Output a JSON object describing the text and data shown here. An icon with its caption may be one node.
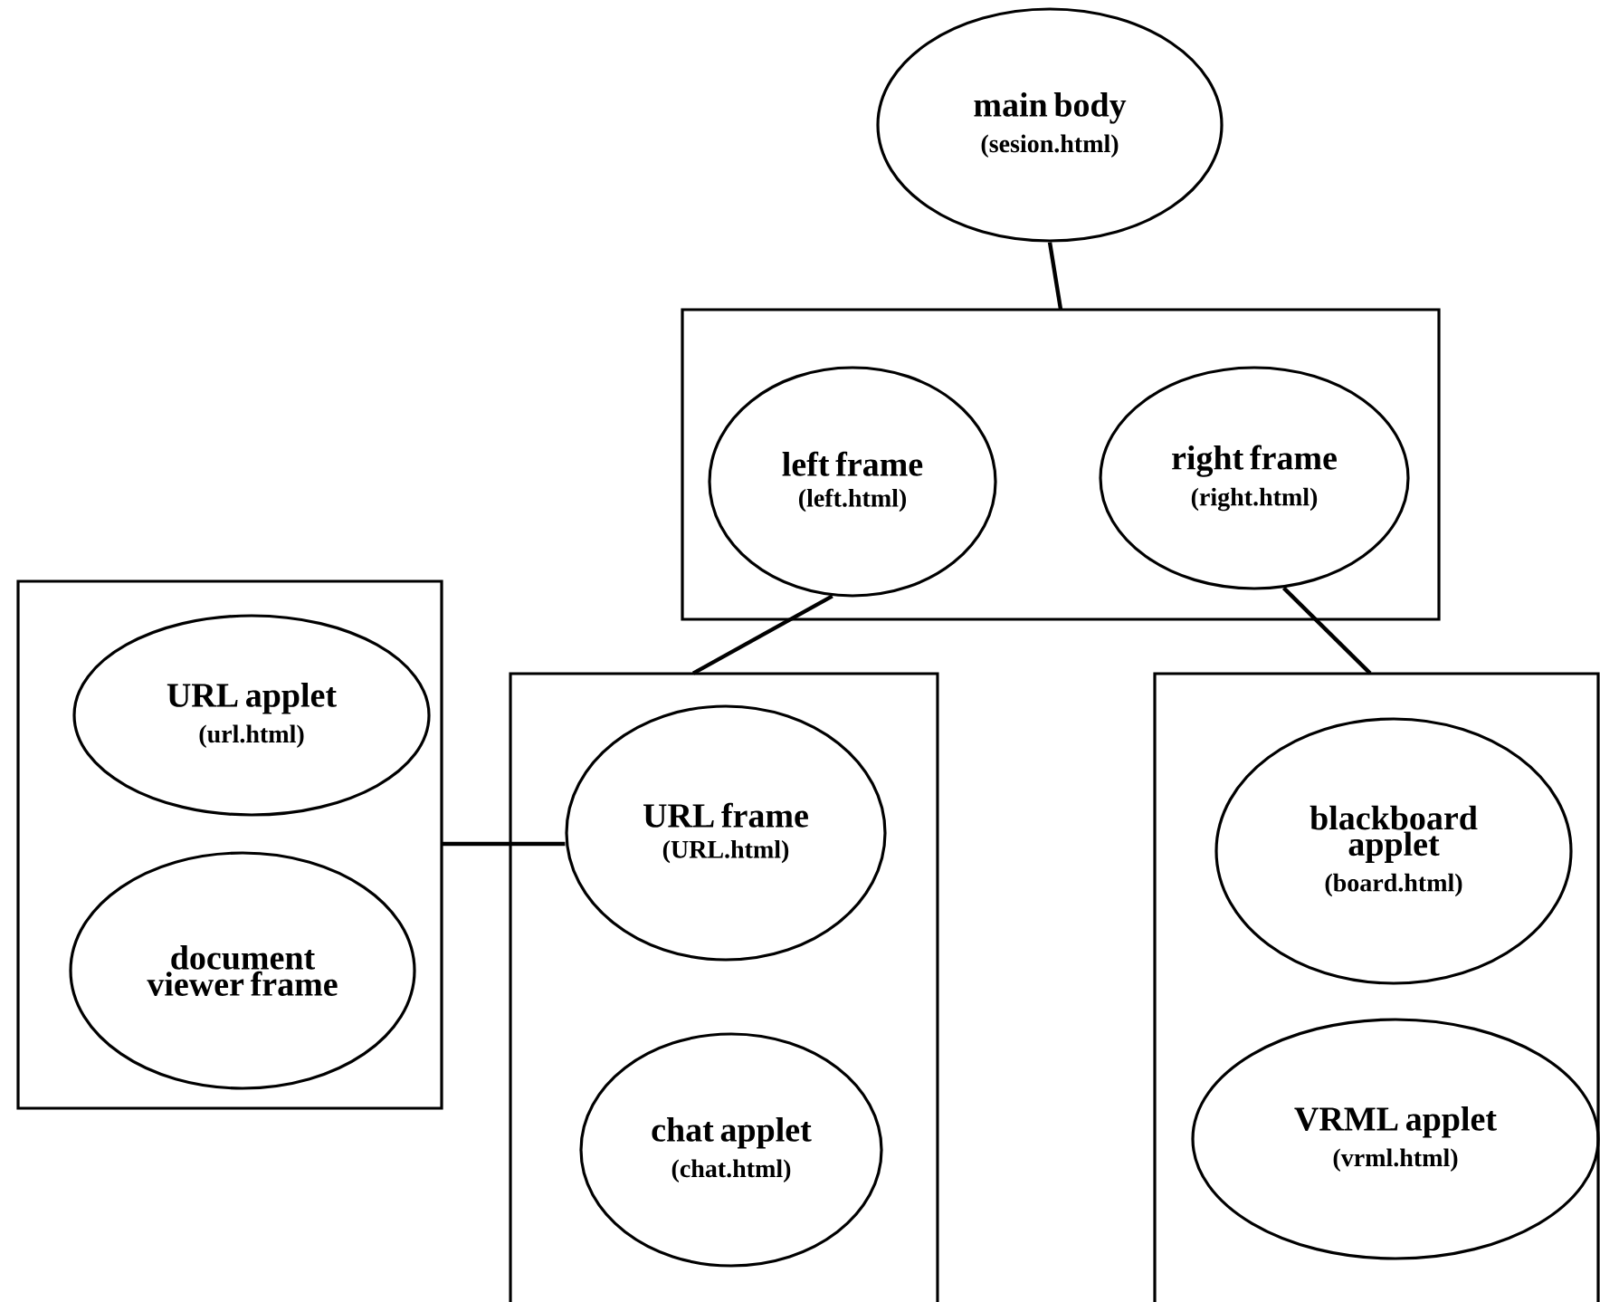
{
  "diagram": {
    "nodes": [
      {
        "text": [
          "main body",
          "(sesion.html)"
        ]
      },
      {
        "text": [],
        "shape": "box"
      },
      {
        "text": [
          "left frame",
          "(left.html)"
        ],
        "in": 1
      },
      {
        "text": [
          "right frame",
          "(right.html)"
        ],
        "in": 1
      },
      {
        "text": [],
        "shape": "box"
      },
      {
        "text": [
          "URL applet",
          "(url.html)"
        ],
        "in": 4
      },
      {
        "text": [
          "document viewer frame"
        ],
        "in": 4
      },
      {
        "text": [],
        "shape": "box"
      },
      {
        "text": [
          "URL frame",
          "(URL.html)"
        ],
        "in": 7
      },
      {
        "text": [
          "chat applet",
          "(chat.html)"
        ],
        "in": 7
      },
      {
        "text": [],
        "shape": "box"
      },
      {
        "text": [
          "blackboard applet",
          "(board.html)"
        ],
        "in": 10
      },
      {
        "text": [
          "VRML applet",
          "(vrml.html)"
        ],
        "in": 10
      }
    ],
    "edges": [
      {
        "from": 0,
        "to": 1,
        "arrow": "none"
      },
      {
        "from": 2,
        "to": 7,
        "arrow": "none"
      },
      {
        "from": 3,
        "to": 10,
        "arrow": "none"
      },
      {
        "from": 4,
        "to": 8,
        "arrow": "none"
      }
    ]
  }
}
